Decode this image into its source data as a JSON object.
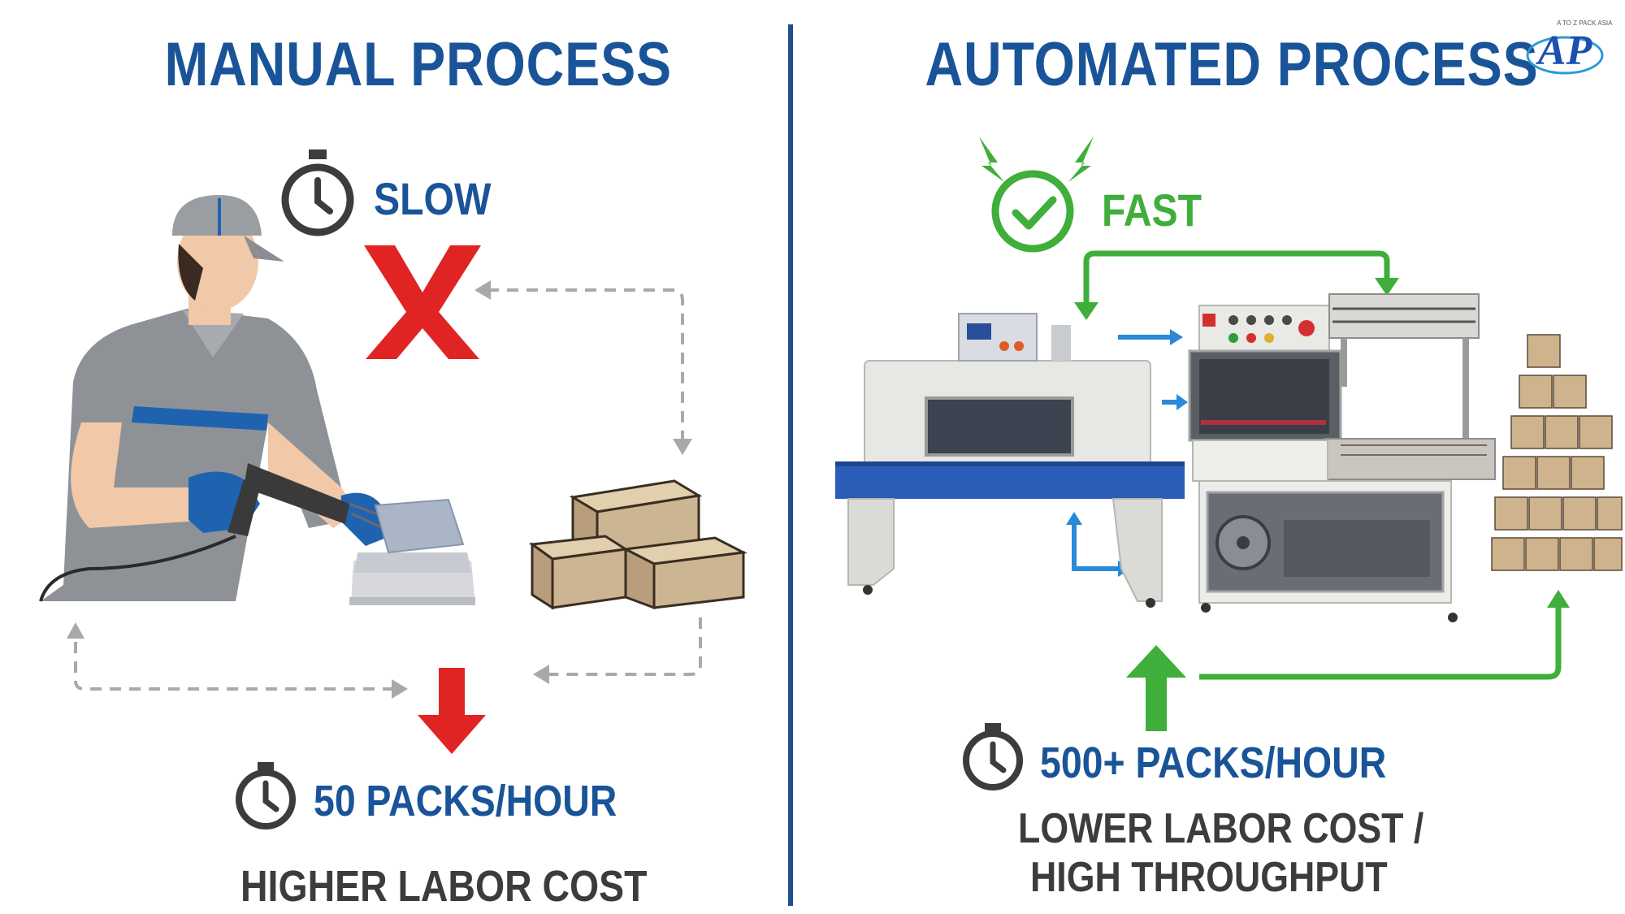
{
  "left": {
    "title": "MANUAL PROCESS",
    "speed_label": "SLOW",
    "rate": "50 PACKS/HOUR",
    "cost": "HIGHER LABOR COST"
  },
  "right": {
    "title": "AUTOMATED PROCESS",
    "speed_label": "FAST",
    "rate": "500+ PACKS/HOUR",
    "cost_line1": "LOWER LABOR COST /",
    "cost_line2": "HIGH THROUGHPUT"
  },
  "logo": {
    "text": "AP",
    "tagline": "A TO Z PACK ASIA"
  },
  "colors": {
    "title_blue": "#1a5498",
    "green": "#3fae3a",
    "red": "#e02424",
    "arrow_blue": "#2a8ad8",
    "divider": "#1f4f8c"
  }
}
